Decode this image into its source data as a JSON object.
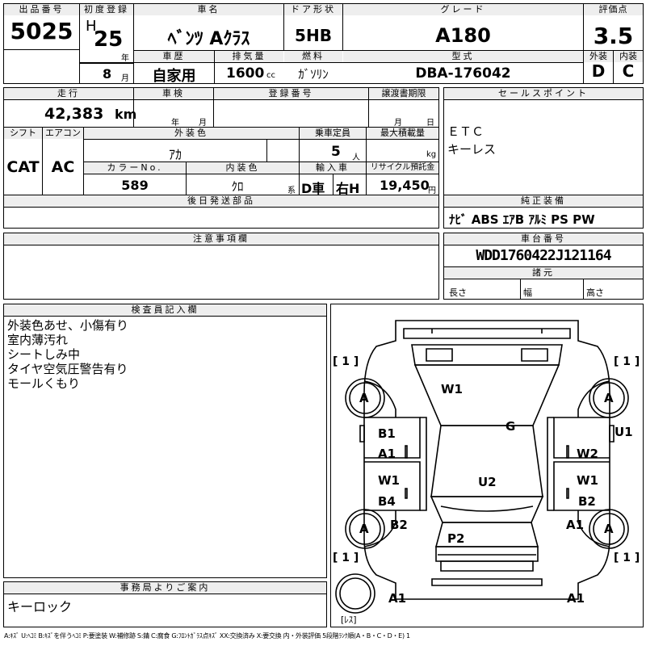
{
  "header": {
    "lot_label": "出品番号",
    "lot_no": "5025",
    "first_reg_label": "初度登録",
    "era": "H",
    "year": "25",
    "year_unit": "年",
    "month": "8",
    "month_unit": "月",
    "car_name_label": "車名",
    "car_name": "ﾍﾞﾝﾂ Aｸﾗｽ",
    "door_label": "ドア形状",
    "door": "5HB",
    "grade_label": "グレード",
    "grade": "A180",
    "score_label": "評価点",
    "score": "3.5",
    "history_label": "車歴",
    "history": "自家用",
    "displacement_label": "排気量",
    "displacement": "1600",
    "displacement_unit": "cc",
    "fuel_label": "燃料",
    "fuel": "ｶﾞｿﾘﾝ",
    "model_label": "型式",
    "model": "DBA-176042",
    "exterior_label": "外装",
    "exterior": "D",
    "interior_label": "内装",
    "interior": "C"
  },
  "row2": {
    "mileage_label": "走行",
    "mileage": "42,383",
    "mileage_unit": "km",
    "inspection_label": "車検",
    "insp_year_unit": "年",
    "insp_month_unit": "月",
    "reg_no_label": "登録番号",
    "transfer_label": "譲渡書期限",
    "transfer_month_unit": "月",
    "transfer_day_unit": "日",
    "sales_label": "セールスポイント",
    "sales_points": [
      "ＥＴＣ",
      "キーレス"
    ],
    "shift_label": "シフト",
    "shift": "CAT",
    "ac_label": "エアコン",
    "ac": "AC",
    "ext_color_label": "外装色",
    "ext_color": "ｱｶ",
    "capacity_label": "乗車定員",
    "capacity": "5",
    "capacity_unit": "人",
    "max_load_label": "最大積載量",
    "max_load_unit": "kg",
    "color_no_label": "カラーNo.",
    "color_no": "589",
    "int_color_label": "内装色",
    "int_color": "ｸﾛ",
    "int_color_unit": "系",
    "import_label": "輸入車",
    "import_type": "D車",
    "handle": "右H",
    "recycle_label": "リサイクル預託金",
    "recycle": "19,450",
    "recycle_unit": "円",
    "later_parts_label": "後日発送部品",
    "equipment_label": "純正装備",
    "equipment": "ﾅﾋﾞ ABS ｴｱB ｱﾙﾐ PS PW"
  },
  "notes": {
    "label": "注意事項欄"
  },
  "chassis": {
    "label": "車台番号",
    "number": "WDD1760422J121164",
    "spec_label": "諸元",
    "length_label": "長さ",
    "width_label": "幅",
    "height_label": "高さ"
  },
  "inspector": {
    "label": "検査員記入欄",
    "lines": [
      "外装色あせ、小傷有り",
      "室内薄汚れ",
      "シートしみ中",
      "タイヤ空気圧警告有り",
      "モールくもり"
    ]
  },
  "office": {
    "label": "事務局よりご案内",
    "text": "キーロック"
  },
  "diagram": {
    "marks": {
      "w1_hood": "W1",
      "g": "G",
      "b1": "B1",
      "a1_left": "A1",
      "w2": "W2",
      "u1": "U1",
      "w1_left": "W1",
      "w1_right": "W1",
      "b4": "B4",
      "b2_right": "B2",
      "u2": "U2",
      "b2_left": "B2",
      "a1_right": "A1",
      "p2": "P2",
      "a1_bl": "A1",
      "a1_br": "A1",
      "tire_fl": "A",
      "tire_fr": "A",
      "tire_rl": "A",
      "tire_rr": "A"
    },
    "bracket_tl": "[ 1 ]",
    "bracket_tr": "[ 1 ]",
    "bracket_bl": "[ 1 ]",
    "bracket_br": "[ 1 ]",
    "spare_label": "[ﾚｽ]"
  },
  "legend": "A:ｷｽﾞ U:ﾍｺﾐ B:ｷｽﾞを伴うﾍｺﾐ P:要塗装 W:補修跡 S:錆 C:腐食 G:ﾌﾛﾝﾄｶﾞﾗｽ点ｷｽﾞ XX:交換済み X:要交換 内・外装評価 5段階ﾗﾝｸ順(A・B・C・D・E) 1"
}
